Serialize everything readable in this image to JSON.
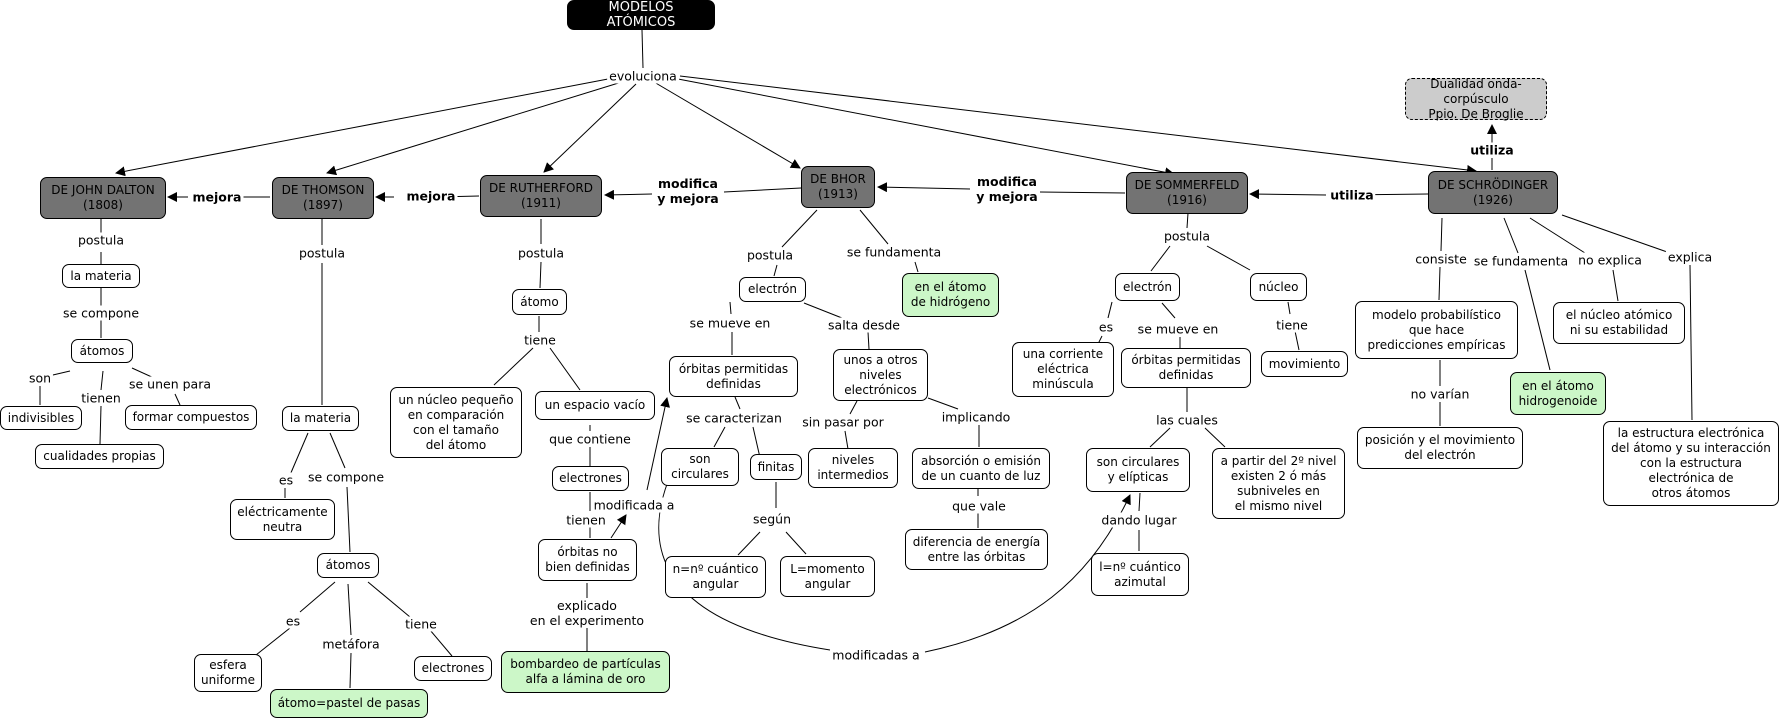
{
  "concepts": {
    "modelos": "MODELOS ATÓMICOS",
    "dalton": "DE JOHN DALTON\n(1808)",
    "thomson": "DE THOMSON\n(1897)",
    "rutherford": "DE RUTHERFORD\n(1911)",
    "bohr": "DE BHOR\n(1913)",
    "sommerfeld": "DE SOMMERFELD\n(1916)",
    "schrodinger": "DE SCHRÖDINGER\n(1926)",
    "dualidad": "Dualidad onda-corpúsculo\nPpio. De Broglie",
    "d_materia": "la materia",
    "d_atomos": "átomos",
    "d_indivisibles": "indivisibles",
    "d_cualidades": "cualidades propias",
    "d_compuestos": "formar compuestos",
    "t_materia": "la materia",
    "t_neutra": "eléctricamente\nneutra",
    "t_atomos": "átomos",
    "t_esfera": "esfera\nuniforme",
    "t_pastel": "átomo=pastel de pasas",
    "t_electrones": "electrones",
    "r_atomo": "átomo",
    "r_nucleo": "un núcleo pequeño\nen comparación\ncon el tamaño\ndel átomo",
    "r_espacio": "un espacio vacío",
    "r_electrones": "electrones",
    "r_orbitas": "órbitas no\nbien definidas",
    "r_bombardeo": "bombardeo de partículas\nalfa a lámina de oro",
    "b_hidrogeno": "en el átomo\nde hidrógeno",
    "b_electron": "electrón",
    "b_orbitas": "órbitas permitidas\ndefinidas",
    "b_otros": "unos a otros\nniveles\nelectrónicos",
    "b_circulares": "son\ncirculares",
    "b_finitas": "finitas",
    "b_niveles": "niveles\nintermedios",
    "b_absorcion": "absorción o emisión\nde un cuanto de luz",
    "b_diferencia": "diferencia de energía\nentre las órbitas",
    "b_n": "n=nº cuántico\nangular",
    "b_l": "L=momento\nangular",
    "s_electron": "electrón",
    "s_nucleo": "núcleo",
    "s_corriente": "una corriente\neléctrica\nminúscula",
    "s_orbitas": "órbitas permitidas\ndefinidas",
    "s_movimiento": "movimiento",
    "s_elipticas": "son circulares\ny elípticas",
    "s_nivel": "a partir del 2º nivel\nexisten 2 ó más\nsubniveles en\nel mismo nivel",
    "s_l": "l=nº cuántico\nazimutal",
    "q_modelo": "modelo probabilístico\nque hace\npredicciones empíricas",
    "q_posicion": "posición y el movimiento\ndel electrón",
    "q_hidrogenoide": "en el átomo\nhidrogenoide",
    "q_nucleo": "el núcleo atómico\nni su estabilidad",
    "q_estructura": "la estructura electrónica\ndel átomo y su interacción\ncon la estructura\nelectrónica de\notros átomos"
  },
  "links": {
    "evoluciona": "evoluciona",
    "mejora1": "mejora",
    "mejora2": "mejora",
    "modifica1": "modifica\ny mejora",
    "modifica2": "modifica\ny mejora",
    "utiliza1": "utiliza",
    "utiliza2": "utiliza",
    "d_postula": "postula",
    "d_secompone": "se compone",
    "d_son": "son",
    "d_tienen": "tienen",
    "d_seunen": "se unen para",
    "t_postula": "postula",
    "t_es1": "es",
    "t_secompone": "se compone",
    "t_es2": "es",
    "t_metafora": "metáfora",
    "t_tiene": "tiene",
    "r_postula": "postula",
    "r_tiene": "tiene",
    "r_quecontiene": "que contiene",
    "r_tienen": "tienen",
    "r_modificada": "modificada a",
    "r_explicado": "explicado\nen el experimento",
    "b_postula": "postula",
    "b_fundamenta": "se fundamenta",
    "b_semueve": "se mueve en",
    "b_salta": "salta desde",
    "b_caracterizan": "se caracterizan",
    "b_sinpasar": "sin pasar por",
    "b_implicando": "implicando",
    "b_quevale": "que vale",
    "b_segun": "según",
    "b_modificadas": "modificadas a",
    "s_postula": "postula",
    "s_es": "es",
    "s_semueve": "se mueve en",
    "s_tiene": "tiene",
    "s_lascuales": "las cuales",
    "s_dando": "dando lugar",
    "q_consiste": "consiste",
    "q_fundamenta": "se fundamenta",
    "q_noexplica": "no explica",
    "q_explica": "explica",
    "q_novarian": "no varían"
  }
}
